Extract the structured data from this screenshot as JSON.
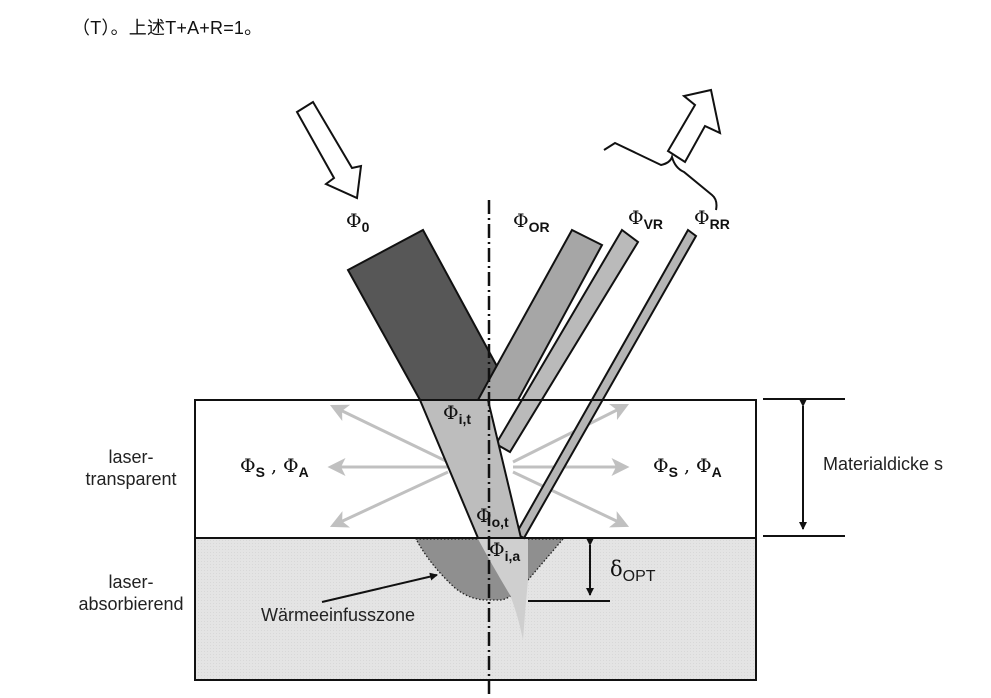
{
  "caption": "（T）。上述T+A+R=1。",
  "diagram": {
    "labels": {
      "phi_0": {
        "sym": "Φ",
        "sub": "0"
      },
      "phi_or": {
        "sym": "Φ",
        "sub": "OR"
      },
      "phi_vr": {
        "sym": "Φ",
        "sub": "VR"
      },
      "phi_rr": {
        "sym": "Φ",
        "sub": "RR"
      },
      "phi_it": {
        "sym": "Φ",
        "sub": "i,t"
      },
      "phi_ot": {
        "sym": "Φ",
        "sub": "o,t"
      },
      "phi_ia": {
        "sym": "Φ",
        "sub": "i,a"
      },
      "phi_sa_left": {
        "sym1": "Φ",
        "sub1": "S",
        "sep": " , ",
        "sym2": "Φ",
        "sub2": "A"
      },
      "phi_sa_right": {
        "sym1": "Φ",
        "sub1": "S",
        "sep": " , ",
        "sym2": "Φ",
        "sub2": "A"
      },
      "delta_opt": {
        "sym": "δ",
        "sub": "OPT"
      }
    },
    "layer_top": {
      "line1": "laser-",
      "line2": "transparent"
    },
    "layer_bottom": {
      "line1": "laser-",
      "line2": "absorbierend"
    },
    "thickness_label": "Materialdicke s",
    "haz_label": "Wärmeeinfusszone",
    "colors": {
      "incident_beam": "#575757",
      "reflected_or": "#a6a6a6",
      "reflected_vr": "#bababa",
      "reflected_rr": "#b5b5b5",
      "transmitted": "#bdbdbd",
      "scatter_arrows": "#c0c0c0",
      "absorber_fill": "#e4e4e4",
      "haz_fill": "#8f8f8f",
      "absorbed_core": "#cfcfcf",
      "outline": "#111111"
    }
  }
}
